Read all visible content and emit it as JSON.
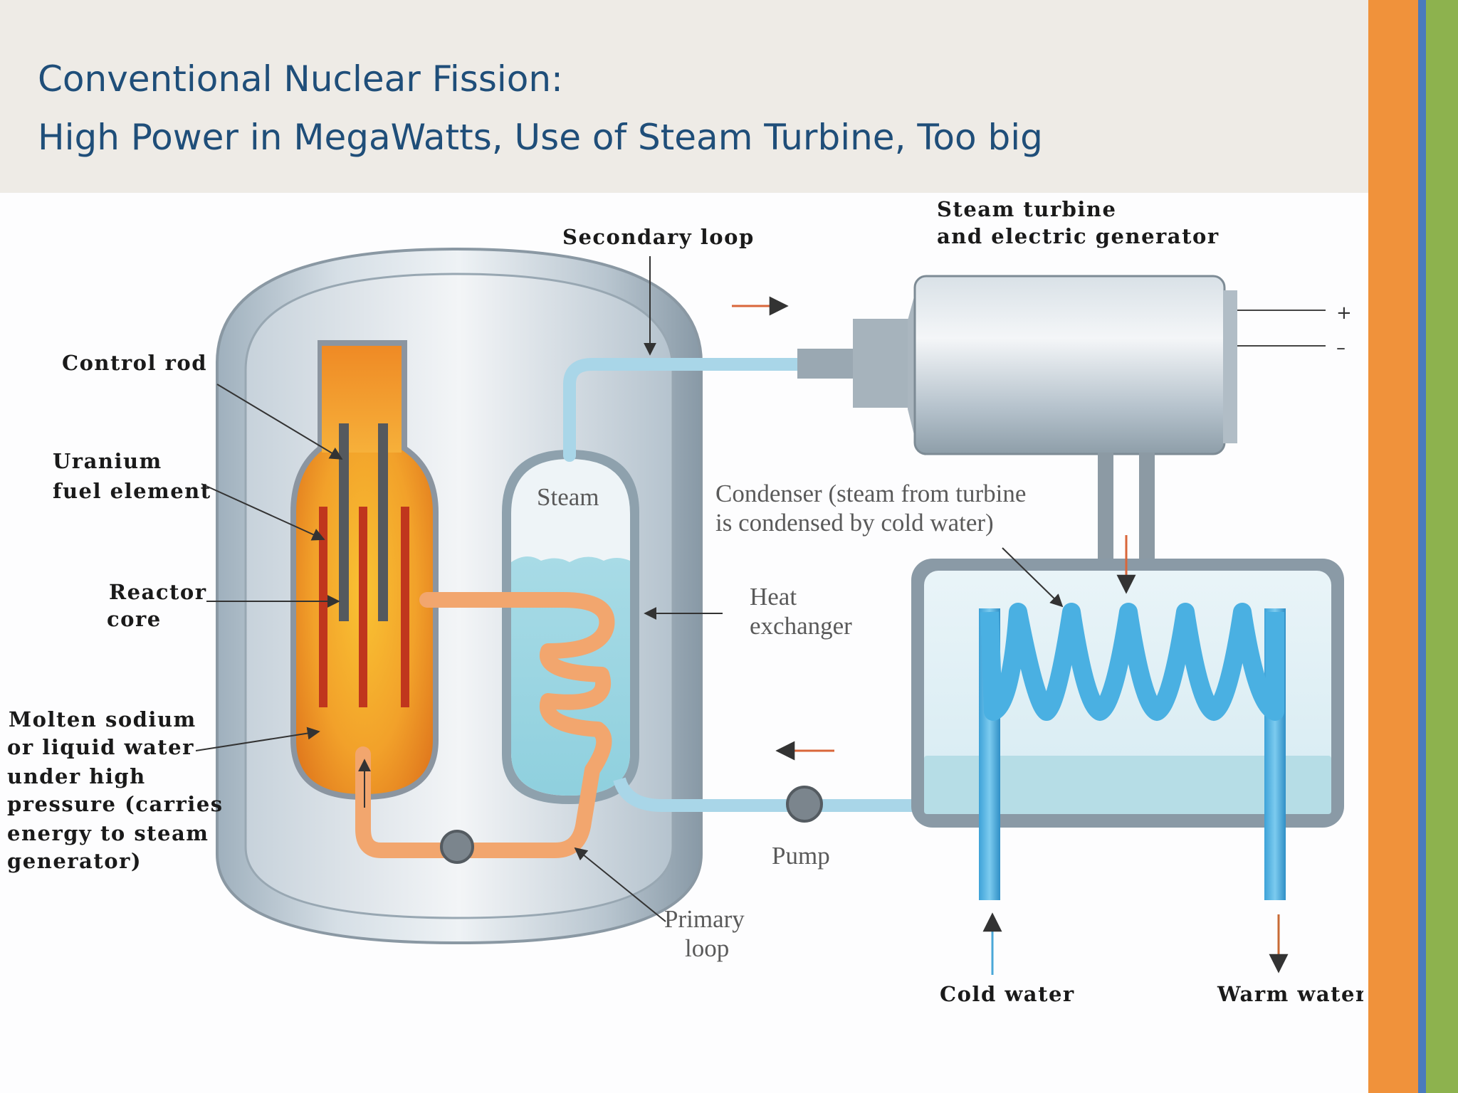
{
  "slide": {
    "title_line1": "Conventional Nuclear Fission:",
    "title_line2": "High Power in MegaWatts, Use of Steam Turbine, Too big"
  },
  "colors": {
    "title": "#1f4e79",
    "header_bg": "#eeebe6",
    "accent_orange": "#f0923b",
    "accent_blue": "#4a7bbd",
    "accent_green": "#8db24e"
  },
  "diagram": {
    "labels": {
      "secondary_loop": "Secondary loop",
      "steam_turbine_line1": "Steam turbine",
      "steam_turbine_line2": "and electric generator",
      "control_rod": "Control rod",
      "uranium_line1": "Uranium",
      "uranium_line2": "fuel  element",
      "reactor_line1": "Reactor",
      "reactor_line2": "core",
      "molten_line1": "Molten sodium",
      "molten_line2": "or liquid water",
      "molten_line3": "under high",
      "molten_line4": "pressure (carries",
      "molten_line5": "energy to steam",
      "molten_line6": "generator)",
      "steam": "Steam",
      "condenser_line1": "Condenser (steam from turbine",
      "condenser_line2": "is condensed by cold water)",
      "heat_line1": "Heat",
      "heat_line2": "exchanger",
      "pump": "Pump",
      "primary_line1": "Primary",
      "primary_line2": "loop",
      "cold_water": "Cold water",
      "warm_water": "Warm water",
      "plus": "+",
      "minus": "–"
    }
  }
}
